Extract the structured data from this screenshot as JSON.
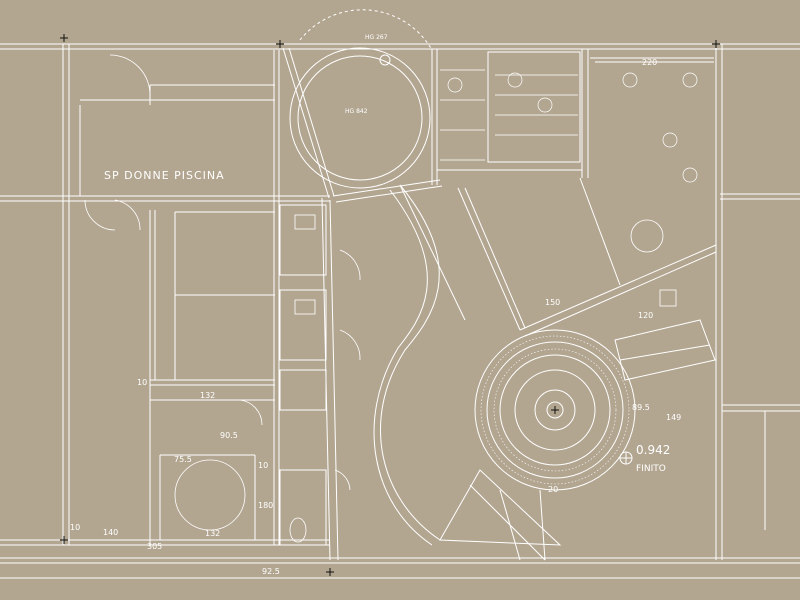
{
  "colors": {
    "background": "#b3a691",
    "line": "#ffffff",
    "ink": "#101010"
  },
  "room_label": "SP DONNE PISCINA",
  "tags": {
    "hg_top": "HG 267",
    "hg_mid": "HG 842"
  },
  "level": {
    "value": "0.942",
    "caption": "FINITO"
  },
  "dimensions": {
    "d_220": "220",
    "d_150": "150",
    "d_120": "120",
    "d_89_5": "89.5",
    "d_149": "149",
    "d_132": "132",
    "d_90_5": "90.5",
    "d_75_5": "75.5",
    "d_10a": "10",
    "d_10b": "10",
    "d_10c": "10",
    "d_140": "140",
    "d_305": "305",
    "d_92_5": "92.5",
    "d_180": "180",
    "d_20": "20",
    "d_132b": "132"
  }
}
